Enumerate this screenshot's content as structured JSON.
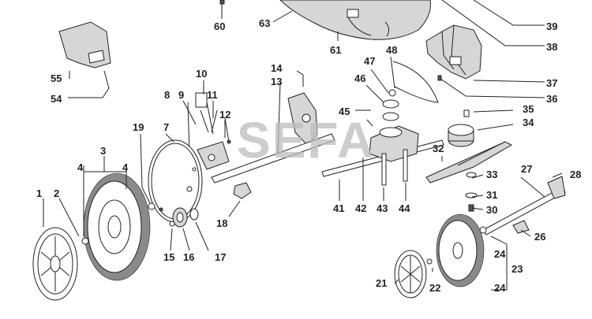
{
  "watermark": "SEFA",
  "labels": {
    "l1": "1",
    "l2": "2",
    "l3": "3",
    "l4a": "4",
    "l4b": "4",
    "l7": "7",
    "l8": "8",
    "l9": "9",
    "l10": "10",
    "l11": "11",
    "l12": "12",
    "l13": "13",
    "l14": "14",
    "l15": "15",
    "l16": "16",
    "l17": "17",
    "l18": "18",
    "l19": "19",
    "l21": "21",
    "l22": "22",
    "l23": "23",
    "l24a": "24",
    "l24b": "24",
    "l26": "26",
    "l27": "27",
    "l28": "28",
    "l30": "30",
    "l31": "31",
    "l32": "32",
    "l33": "33",
    "l34": "34",
    "l35": "35",
    "l36": "36",
    "l37": "37",
    "l38": "38",
    "l39": "39",
    "l41": "41",
    "l42": "42",
    "l43": "43",
    "l44": "44",
    "l45": "45",
    "l46": "46",
    "l47": "47",
    "l48": "48",
    "l54": "54",
    "l55": "55",
    "l60": "60",
    "l61": "61",
    "l63": "63"
  }
}
